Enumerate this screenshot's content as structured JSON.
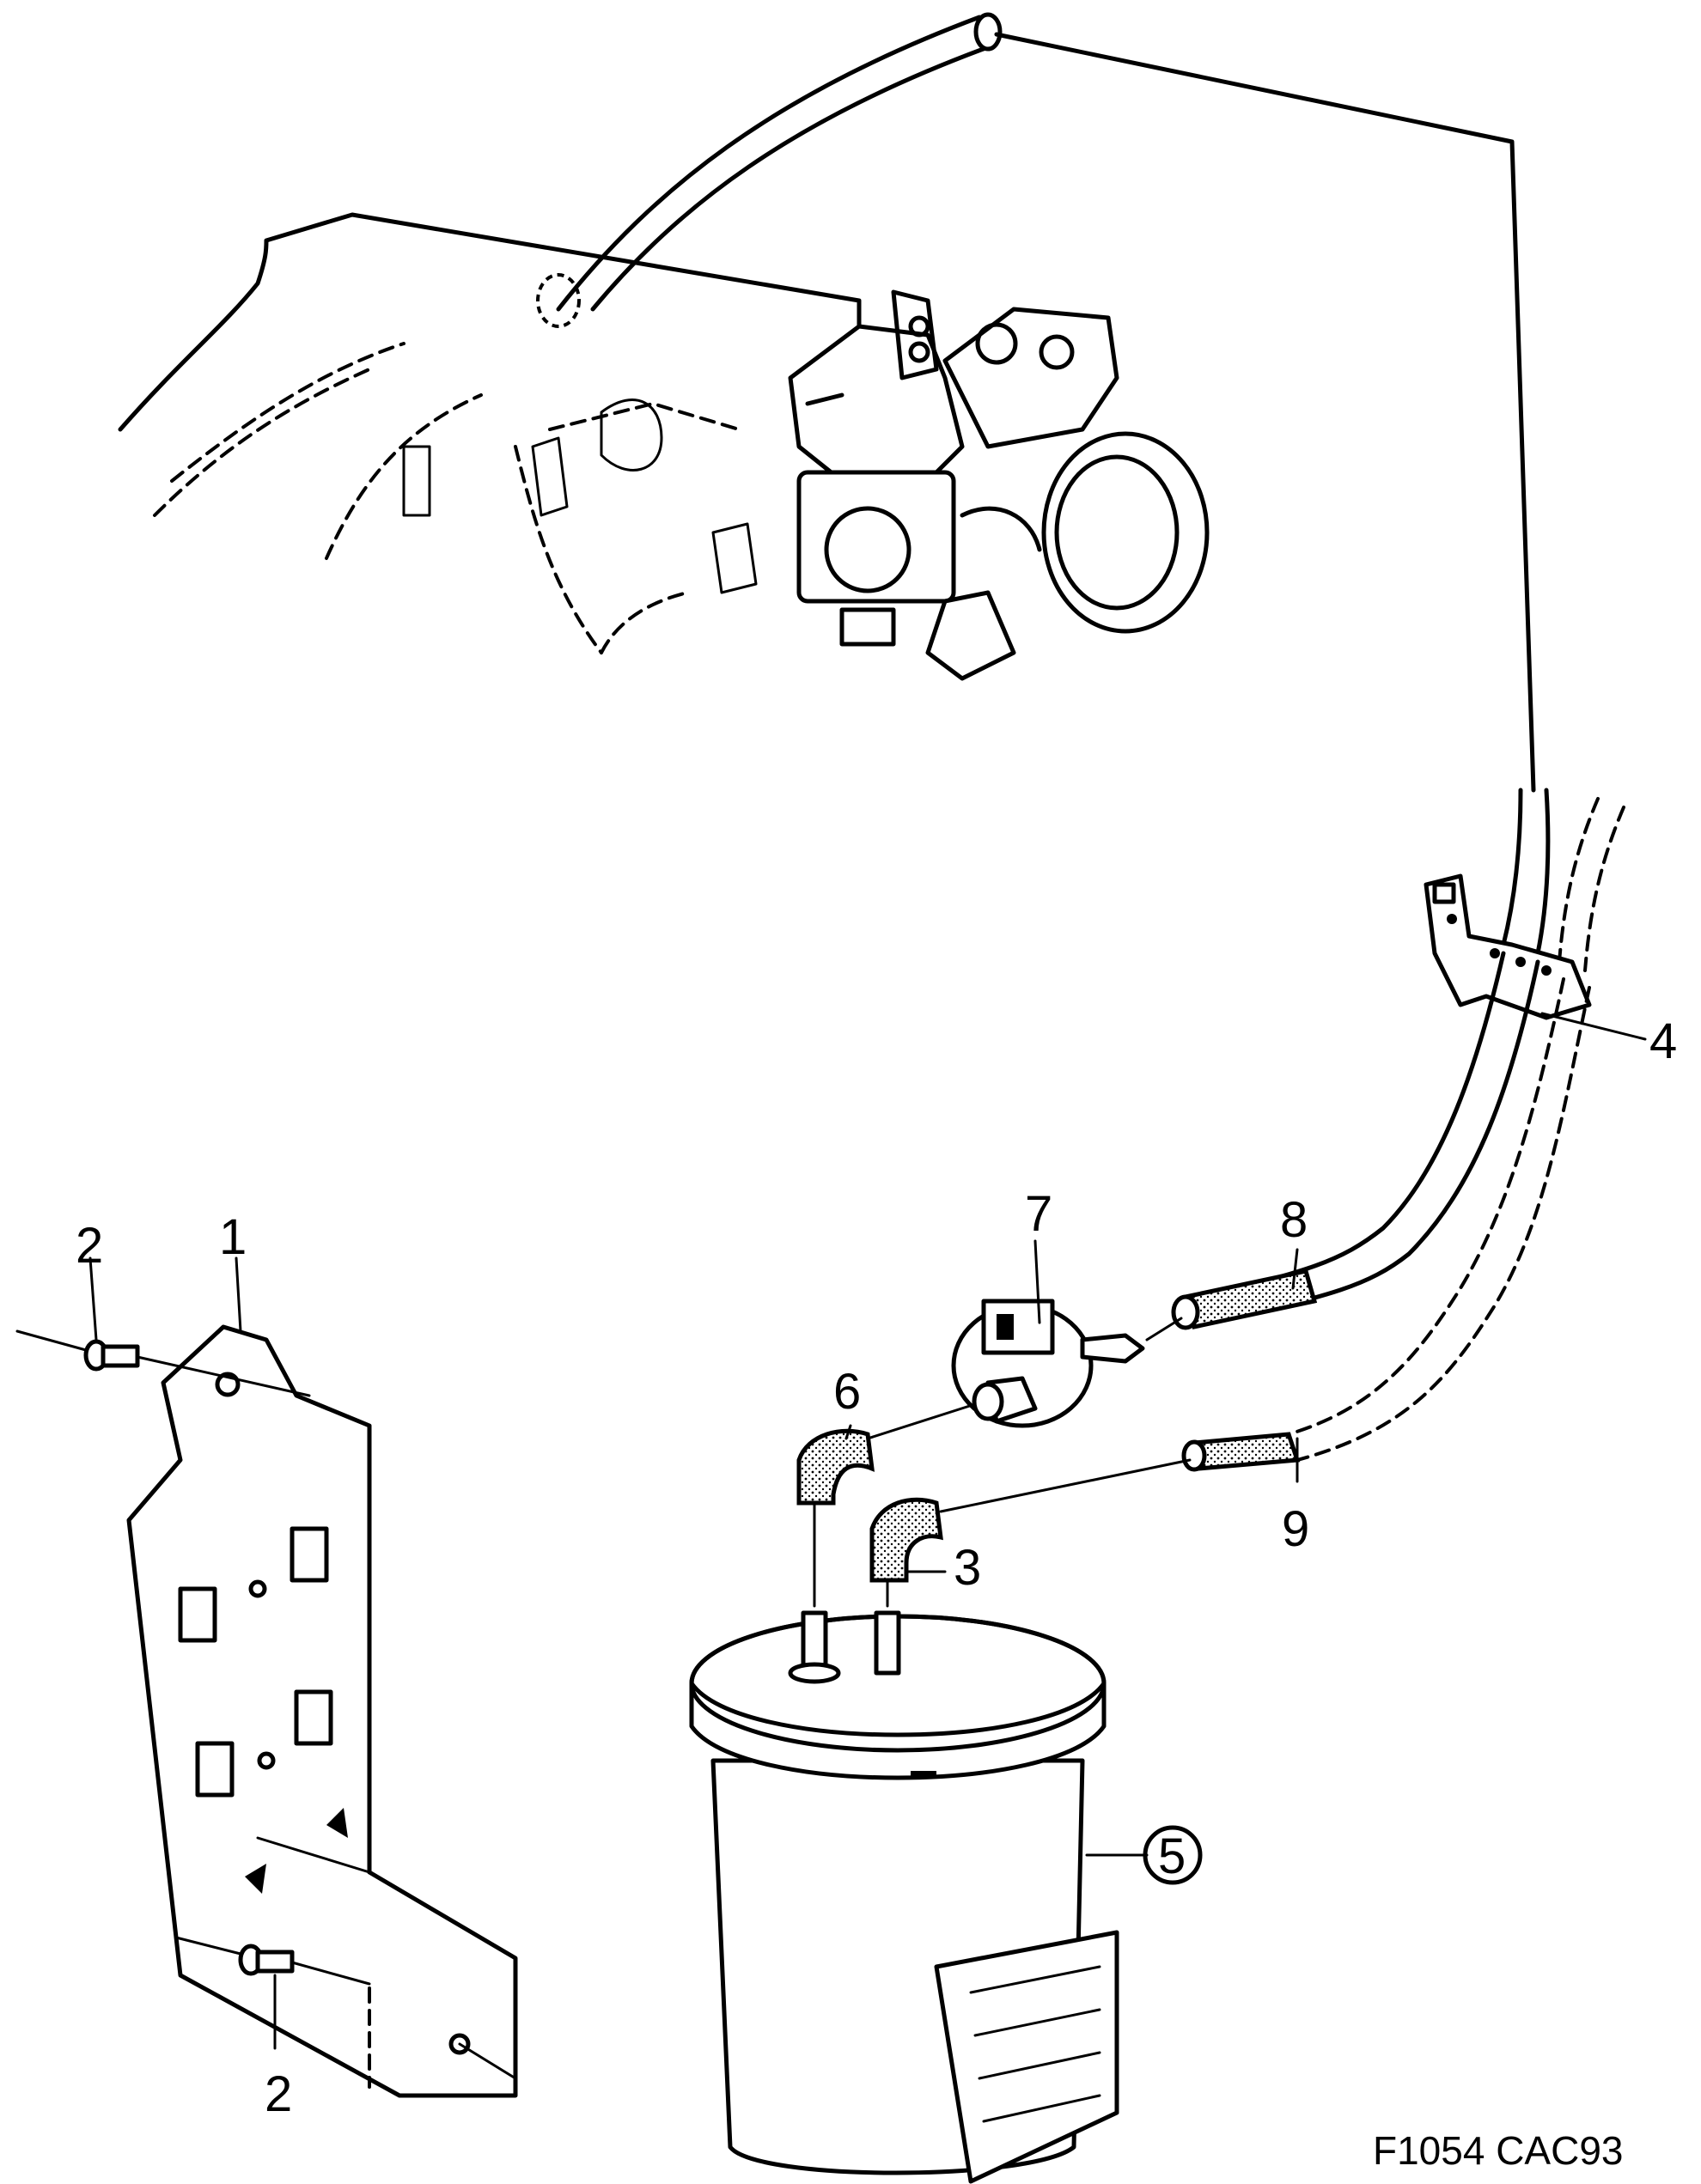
{
  "diagram": {
    "callouts": [
      {
        "id": "c1",
        "text": "1"
      },
      {
        "id": "c2a",
        "text": "2"
      },
      {
        "id": "c2b",
        "text": "2"
      },
      {
        "id": "c3",
        "text": "3"
      },
      {
        "id": "c4",
        "text": "4"
      },
      {
        "id": "c5",
        "text": "5"
      },
      {
        "id": "c6",
        "text": "6"
      },
      {
        "id": "c7",
        "text": "7"
      },
      {
        "id": "c8",
        "text": "8"
      },
      {
        "id": "c9",
        "text": "9"
      }
    ],
    "reference_code": "F1054 CAC93"
  },
  "colors": {
    "ink": "#000000",
    "paper": "#ffffff"
  }
}
